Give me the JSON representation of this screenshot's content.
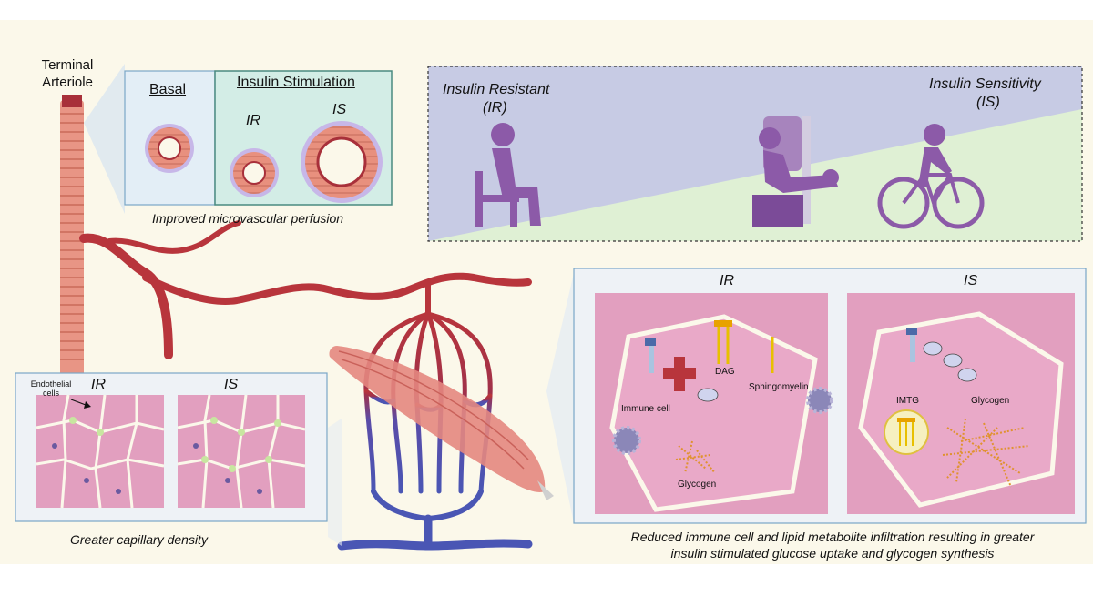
{
  "terminal_arteriole": [
    "Terminal",
    "Arteriole"
  ],
  "perfusion_box": {
    "basal": "Basal",
    "insulin_stimulation": "Insulin Stimulation",
    "ir": "IR",
    "is": "IS",
    "caption": "Improved microvascular perfusion"
  },
  "activity_box": {
    "left_title": "Insulin Resistant",
    "left_abbr": "(IR)",
    "right_title": "Insulin Sensitivity",
    "right_abbr": "(IS)"
  },
  "capillary_box": {
    "endothelial": [
      "Endothelial",
      "cells"
    ],
    "ir": "IR",
    "is": "IS",
    "caption": "Greater capillary density"
  },
  "cell_box": {
    "ir": "IR",
    "is": "IS",
    "dag": "DAG",
    "sphingomyelin": "Sphingomyelin",
    "immune_cell": "Immune cell",
    "glycogen_ir": "Glycogen",
    "imtg": "IMTG",
    "glycogen_is": "Glycogen",
    "caption_line1": "Reduced immune cell and lipid metabolite infiltration resulting in greater",
    "caption_line2": "insulin stimulated glucose uptake and glycogen synthesis"
  },
  "colors": {
    "background": "#fbf8ea",
    "arteriole": "#e89585",
    "vessel_red": "#b8353c",
    "vessel_blue": "#4a56b4",
    "muscle_pink": "#e6a1c6",
    "person_purple": "#8c5aa8",
    "panel_teal": "#d3ede6",
    "panel_lilac": "#c7cbe4",
    "panel_green": "#dff0d4"
  }
}
